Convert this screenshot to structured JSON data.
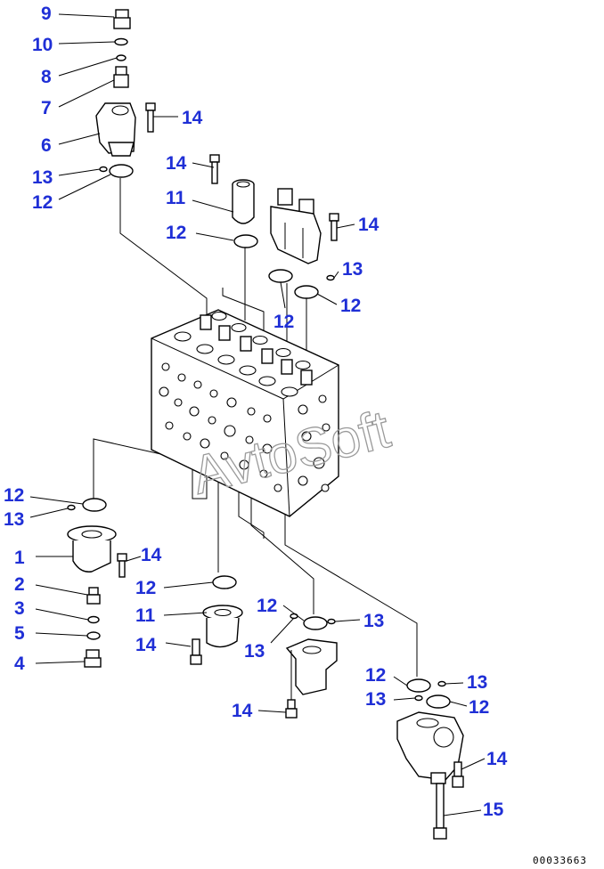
{
  "watermark": "AvtoSoft",
  "doc_id": "00033663",
  "callouts": [
    {
      "id": "c9",
      "label": "9"
    },
    {
      "id": "c10",
      "label": "10"
    },
    {
      "id": "c8",
      "label": "8"
    },
    {
      "id": "c7",
      "label": "7"
    },
    {
      "id": "c14a",
      "label": "14"
    },
    {
      "id": "c6",
      "label": "6"
    },
    {
      "id": "c13a",
      "label": "13"
    },
    {
      "id": "c12a",
      "label": "12"
    },
    {
      "id": "c14b",
      "label": "14"
    },
    {
      "id": "c11a",
      "label": "11"
    },
    {
      "id": "c14c",
      "label": "14"
    },
    {
      "id": "c12b",
      "label": "12"
    },
    {
      "id": "c13b",
      "label": "13"
    },
    {
      "id": "c12c",
      "label": "12"
    },
    {
      "id": "c12d",
      "label": "12"
    },
    {
      "id": "c12e",
      "label": "12"
    },
    {
      "id": "c13c",
      "label": "13"
    },
    {
      "id": "c1",
      "label": "1"
    },
    {
      "id": "c14d",
      "label": "14"
    },
    {
      "id": "c2",
      "label": "2"
    },
    {
      "id": "c12f",
      "label": "12"
    },
    {
      "id": "c3",
      "label": "3"
    },
    {
      "id": "c11b",
      "label": "11"
    },
    {
      "id": "c12g",
      "label": "12"
    },
    {
      "id": "c5",
      "label": "5"
    },
    {
      "id": "c13d",
      "label": "13"
    },
    {
      "id": "c4",
      "label": "4"
    },
    {
      "id": "c14e",
      "label": "14"
    },
    {
      "id": "c13e",
      "label": "13"
    },
    {
      "id": "c12h",
      "label": "12"
    },
    {
      "id": "c13f",
      "label": "13"
    },
    {
      "id": "c13g",
      "label": "13"
    },
    {
      "id": "c12i",
      "label": "12"
    },
    {
      "id": "c14f",
      "label": "14"
    },
    {
      "id": "c14g",
      "label": "14"
    },
    {
      "id": "c15",
      "label": "15"
    }
  ]
}
